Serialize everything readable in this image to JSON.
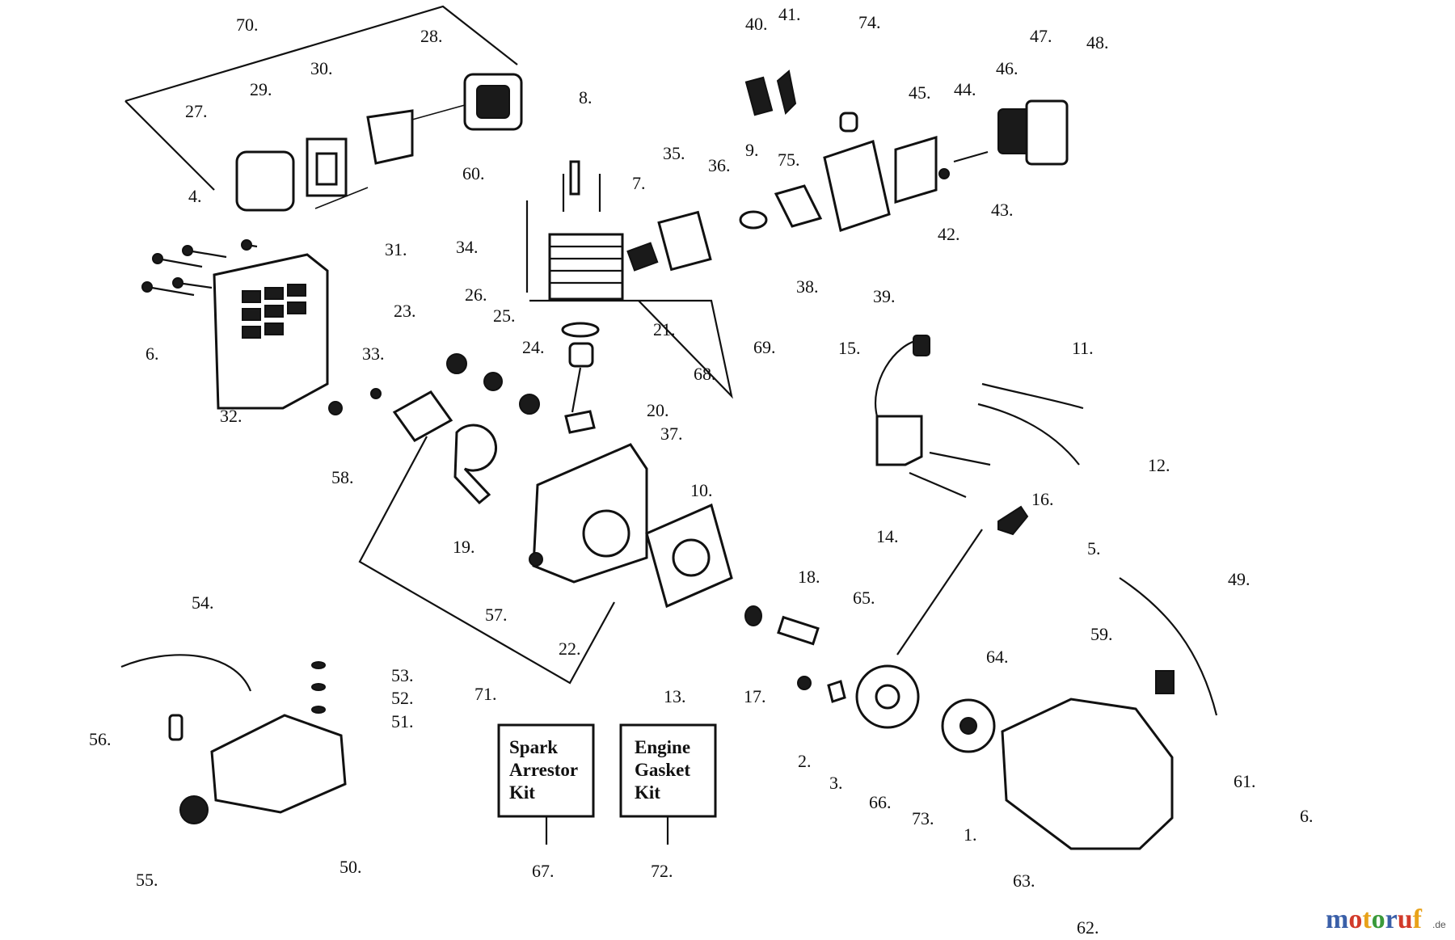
{
  "callouts": [
    {
      "id": "70",
      "text": "70."
    },
    {
      "id": "28",
      "text": "28."
    },
    {
      "id": "29",
      "text": "29."
    },
    {
      "id": "30",
      "text": "30."
    },
    {
      "id": "27",
      "text": "27."
    },
    {
      "id": "31",
      "text": "31."
    },
    {
      "id": "4",
      "text": "4."
    },
    {
      "id": "6a",
      "text": "6."
    },
    {
      "id": "32",
      "text": "32."
    },
    {
      "id": "58",
      "text": "58."
    },
    {
      "id": "33",
      "text": "33."
    },
    {
      "id": "23",
      "text": "23."
    },
    {
      "id": "26",
      "text": "26."
    },
    {
      "id": "25",
      "text": "25."
    },
    {
      "id": "24",
      "text": "24."
    },
    {
      "id": "8",
      "text": "8."
    },
    {
      "id": "60",
      "text": "60."
    },
    {
      "id": "34",
      "text": "34."
    },
    {
      "id": "7",
      "text": "7."
    },
    {
      "id": "35",
      "text": "35."
    },
    {
      "id": "36",
      "text": "36."
    },
    {
      "id": "9",
      "text": "9."
    },
    {
      "id": "40",
      "text": "40."
    },
    {
      "id": "41",
      "text": "41."
    },
    {
      "id": "74",
      "text": "74."
    },
    {
      "id": "75",
      "text": "75."
    },
    {
      "id": "45",
      "text": "45."
    },
    {
      "id": "44",
      "text": "44."
    },
    {
      "id": "46",
      "text": "46."
    },
    {
      "id": "47",
      "text": "47."
    },
    {
      "id": "48",
      "text": "48."
    },
    {
      "id": "43",
      "text": "43."
    },
    {
      "id": "42",
      "text": "42."
    },
    {
      "id": "38",
      "text": "38."
    },
    {
      "id": "39",
      "text": "39."
    },
    {
      "id": "21",
      "text": "21."
    },
    {
      "id": "69",
      "text": "69."
    },
    {
      "id": "68",
      "text": "68."
    },
    {
      "id": "20",
      "text": "20."
    },
    {
      "id": "37",
      "text": "37."
    },
    {
      "id": "19",
      "text": "19."
    },
    {
      "id": "57",
      "text": "57."
    },
    {
      "id": "22",
      "text": "22."
    },
    {
      "id": "10",
      "text": "10."
    },
    {
      "id": "13",
      "text": "13."
    },
    {
      "id": "71",
      "text": "71."
    },
    {
      "id": "15",
      "text": "15."
    },
    {
      "id": "11",
      "text": "11."
    },
    {
      "id": "12",
      "text": "12."
    },
    {
      "id": "16",
      "text": "16."
    },
    {
      "id": "14",
      "text": "14."
    },
    {
      "id": "5",
      "text": "5."
    },
    {
      "id": "49",
      "text": "49."
    },
    {
      "id": "18",
      "text": "18."
    },
    {
      "id": "65",
      "text": "65."
    },
    {
      "id": "64",
      "text": "64."
    },
    {
      "id": "17",
      "text": "17."
    },
    {
      "id": "2",
      "text": "2."
    },
    {
      "id": "3",
      "text": "3."
    },
    {
      "id": "66",
      "text": "66."
    },
    {
      "id": "73",
      "text": "73."
    },
    {
      "id": "1",
      "text": "1."
    },
    {
      "id": "59",
      "text": "59."
    },
    {
      "id": "61",
      "text": "61."
    },
    {
      "id": "6b",
      "text": "6."
    },
    {
      "id": "63",
      "text": "63."
    },
    {
      "id": "62",
      "text": "62."
    },
    {
      "id": "54",
      "text": "54."
    },
    {
      "id": "53",
      "text": "53."
    },
    {
      "id": "52",
      "text": "52."
    },
    {
      "id": "51",
      "text": "51."
    },
    {
      "id": "56",
      "text": "56."
    },
    {
      "id": "50",
      "text": "50."
    },
    {
      "id": "55",
      "text": "55."
    },
    {
      "id": "67",
      "text": "67."
    },
    {
      "id": "72",
      "text": "72."
    }
  ],
  "kits": {
    "spark_arrestor": {
      "lines": [
        "Spark",
        "Arrestor",
        "Kit"
      ],
      "number": "67."
    },
    "engine_gasket": {
      "lines": [
        "Engine",
        "Gasket",
        "Kit"
      ],
      "number": "72."
    }
  },
  "watermark": {
    "brand": "motoruf",
    "suffix": ".de",
    "colors": [
      "#3a5fa8",
      "#d23a2a",
      "#e8a21a",
      "#3a9a3a"
    ]
  }
}
